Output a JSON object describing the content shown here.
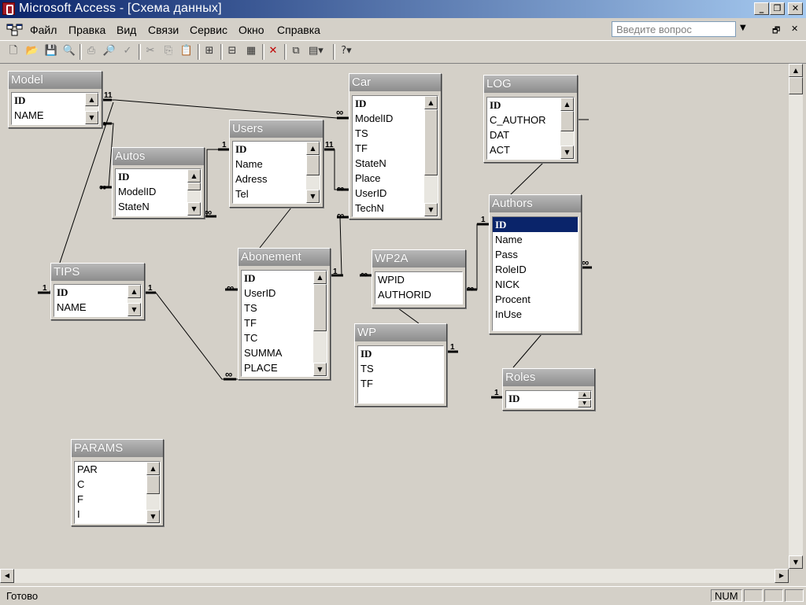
{
  "window": {
    "title": "Microsoft Access - [Схема данных]",
    "buttons": {
      "minimize": "_",
      "restore": "❐",
      "close": "✕"
    }
  },
  "menubar": {
    "items": [
      "Файл",
      "Правка",
      "Вид",
      "Связи",
      "Сервис",
      "Окно",
      "Справка"
    ],
    "ask_placeholder": "Введите вопрос",
    "doc_restore": "🗗",
    "doc_close": "✕"
  },
  "toolbar": {
    "icons": [
      "new-icon",
      "open-icon",
      "save-icon",
      "search-icon",
      "print-icon",
      "preview-icon",
      "spell-icon",
      "cut-icon",
      "copy-icon",
      "paste-icon",
      "show-table-icon",
      "direct-relations-icon",
      "all-relations-icon",
      "delete-icon",
      "new-object-icon",
      "new-object-dropdown-icon",
      "help-icon"
    ]
  },
  "tables": {
    "model": {
      "name": "Model",
      "fields": [
        "ID",
        "NAME"
      ]
    },
    "autos": {
      "name": "Autos",
      "fields": [
        "ID",
        "ModelID",
        "StateN"
      ]
    },
    "users": {
      "name": "Users",
      "fields": [
        "ID",
        "Name",
        "Adress",
        "Tel"
      ]
    },
    "car": {
      "name": "Car",
      "fields": [
        "ID",
        "ModelID",
        "TS",
        "TF",
        "StateN",
        "Place",
        "UserID",
        "TechN"
      ]
    },
    "log": {
      "name": "LOG",
      "fields": [
        "ID",
        "C_AUTHOR",
        "DAT",
        "ACT"
      ]
    },
    "tips": {
      "name": "TIPS",
      "fields": [
        "ID",
        "NAME"
      ]
    },
    "abonement": {
      "name": "Abonement",
      "fields": [
        "ID",
        "UserID",
        "TS",
        "TF",
        "TC",
        "SUMMA",
        "PLACE"
      ]
    },
    "wp2a": {
      "name": "WP2A",
      "fields": [
        "WPID",
        "AUTHORID"
      ]
    },
    "authors": {
      "name": "Authors",
      "fields": [
        "ID",
        "Name",
        "Pass",
        "RoleID",
        "NICK",
        "Procent",
        "InUse"
      ]
    },
    "wp": {
      "name": "WP",
      "fields": [
        "ID",
        "TS",
        "TF"
      ]
    },
    "roles": {
      "name": "Roles",
      "fields": [
        "ID"
      ]
    },
    "params": {
      "name": "PARAMS",
      "fields": [
        "PAR",
        "C",
        "F",
        "I"
      ]
    }
  },
  "relation_marks": {
    "one": "1",
    "many": "∞"
  },
  "statusbar": {
    "text": "Готово",
    "num": "NUM"
  }
}
